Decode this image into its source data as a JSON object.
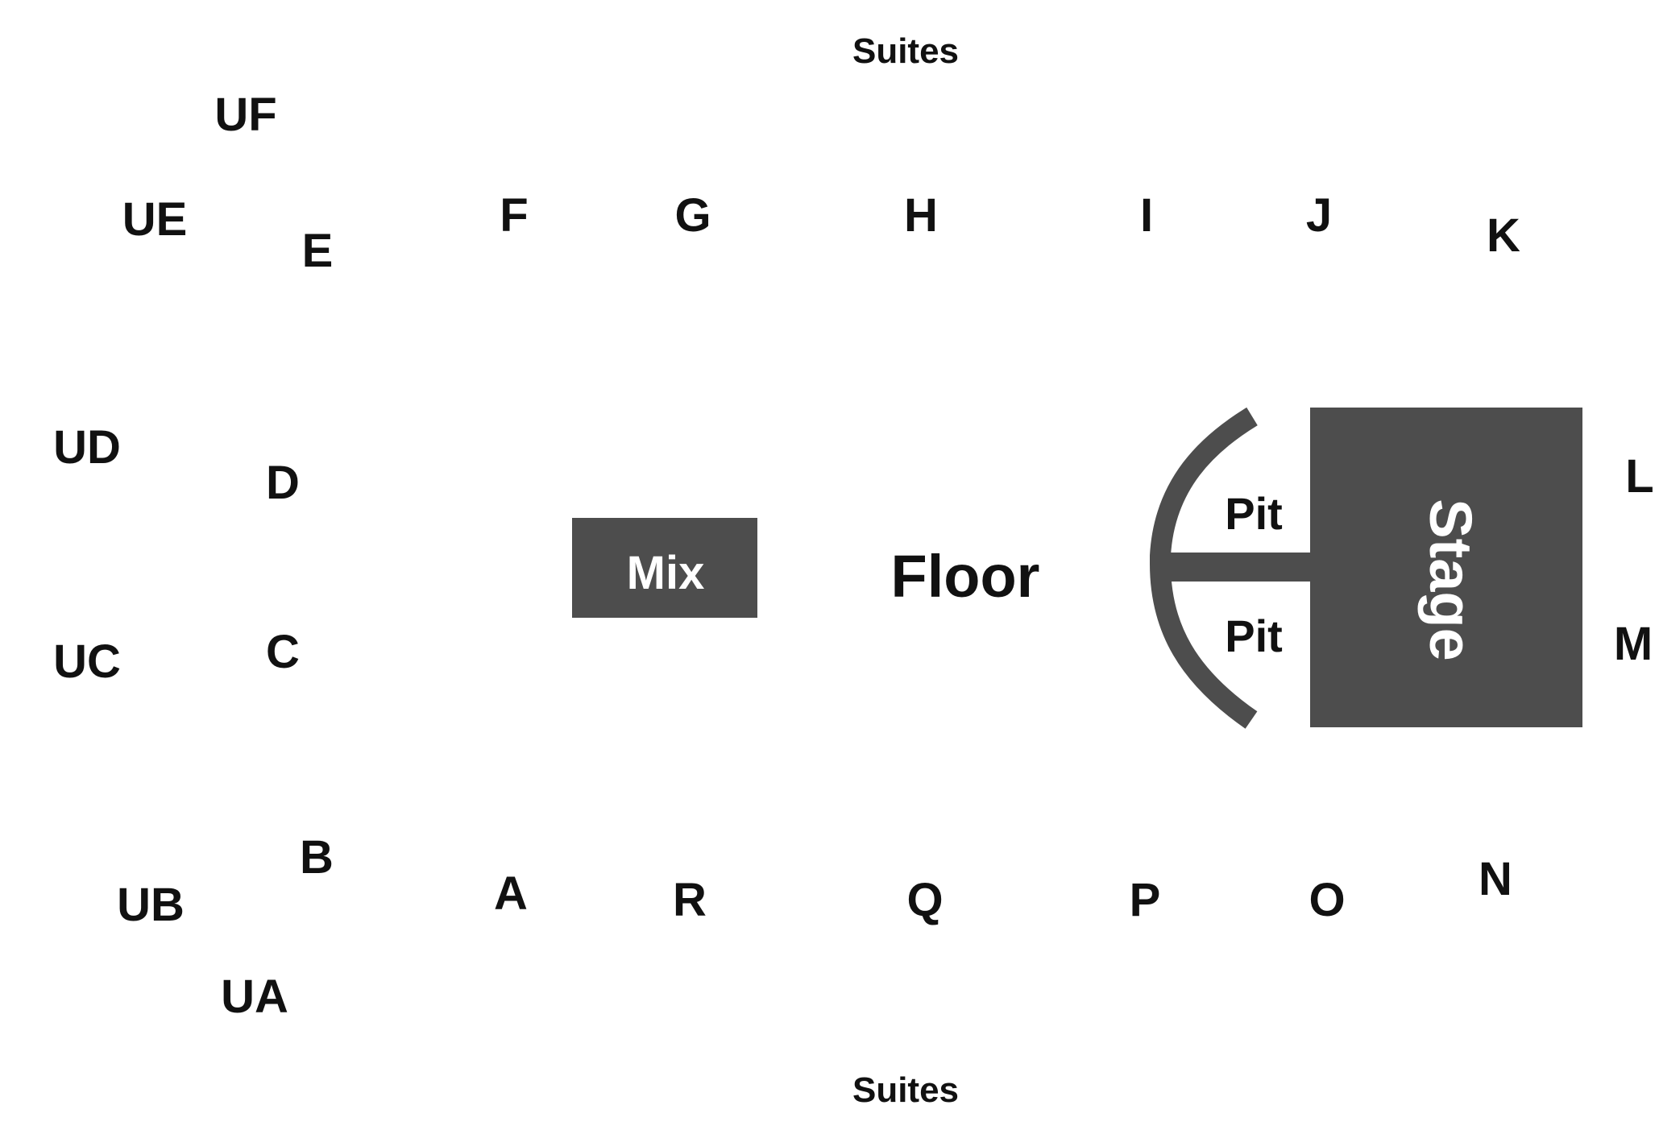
{
  "venue": {
    "suites_top": "Suites",
    "suites_bottom": "Suites",
    "floor": "Floor",
    "mix": "Mix",
    "stage": "Stage",
    "pit_upper": "Pit",
    "pit_lower": "Pit"
  },
  "sections": {
    "UF": "UF",
    "UE": "UE",
    "UD": "UD",
    "UC": "UC",
    "UB": "UB",
    "UA": "UA",
    "A": "A",
    "B": "B",
    "C": "C",
    "D": "D",
    "E": "E",
    "F": "F",
    "G": "G",
    "H": "H",
    "I": "I",
    "J": "J",
    "K": "K",
    "L": "L",
    "M": "M",
    "N": "N",
    "O": "O",
    "P": "P",
    "Q": "Q",
    "R": "R"
  },
  "colors": {
    "block": "#4d4d4d",
    "text": "#111111",
    "background": "#ffffff"
  }
}
